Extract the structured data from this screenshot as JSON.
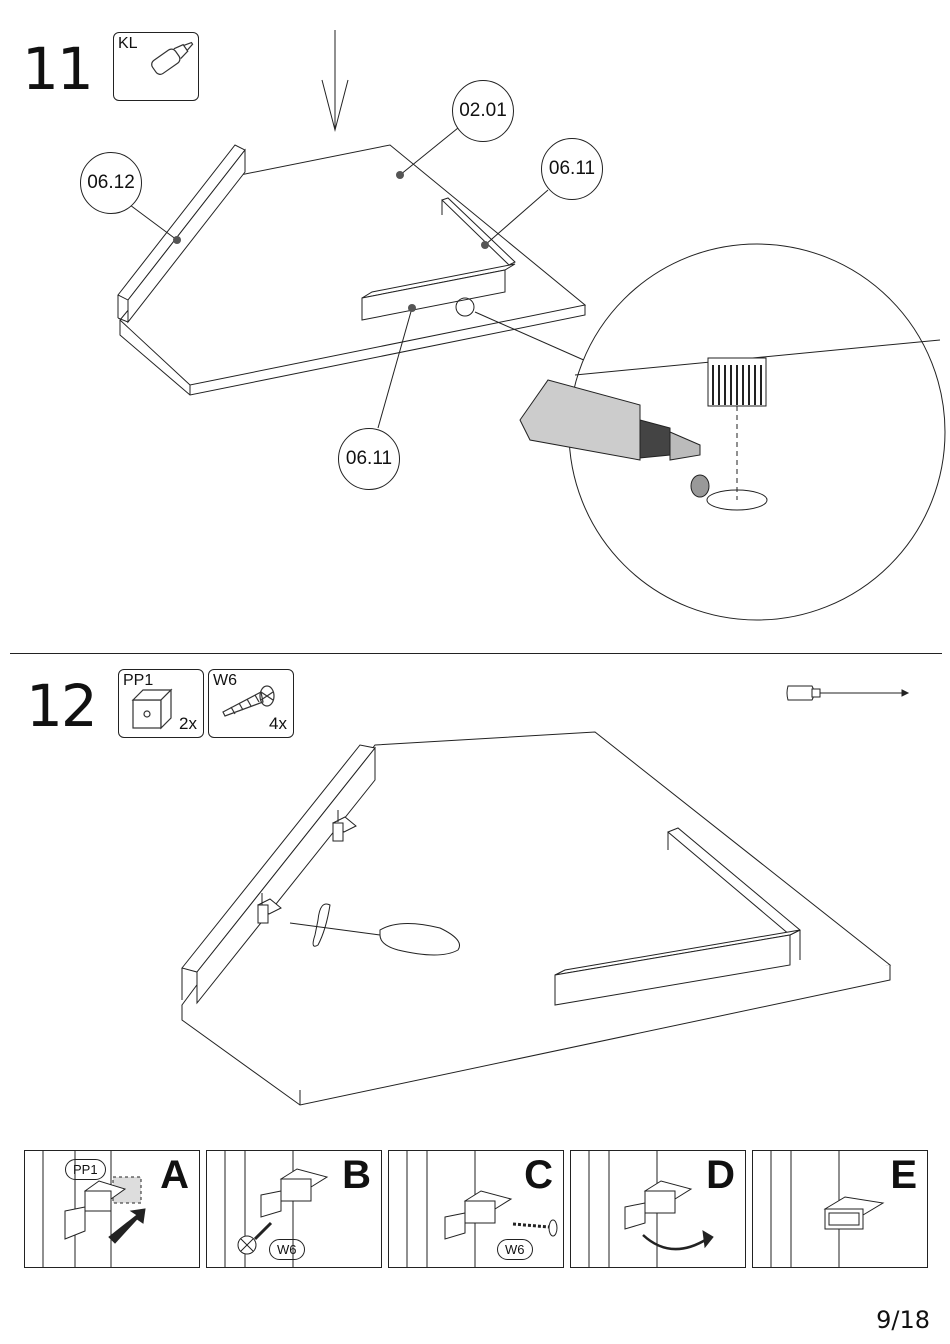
{
  "step11": {
    "number": "11",
    "part": {
      "code": "KL",
      "icon": "glue-bottle-icon"
    },
    "callouts": [
      "02.01",
      "06.12",
      "06.11",
      "06.11"
    ]
  },
  "step12": {
    "number": "12",
    "parts": [
      {
        "code": "PP1",
        "qty": "2x",
        "icon": "bracket-icon"
      },
      {
        "code": "W6",
        "qty": "4x",
        "icon": "screw-icon"
      }
    ],
    "tool": "screwdriver-icon"
  },
  "substeps": [
    {
      "letter": "A",
      "label": "PP1"
    },
    {
      "letter": "B",
      "label": "W6"
    },
    {
      "letter": "C",
      "label": "W6"
    },
    {
      "letter": "D",
      "label": ""
    },
    {
      "letter": "E",
      "label": ""
    }
  ],
  "page": "9/18"
}
